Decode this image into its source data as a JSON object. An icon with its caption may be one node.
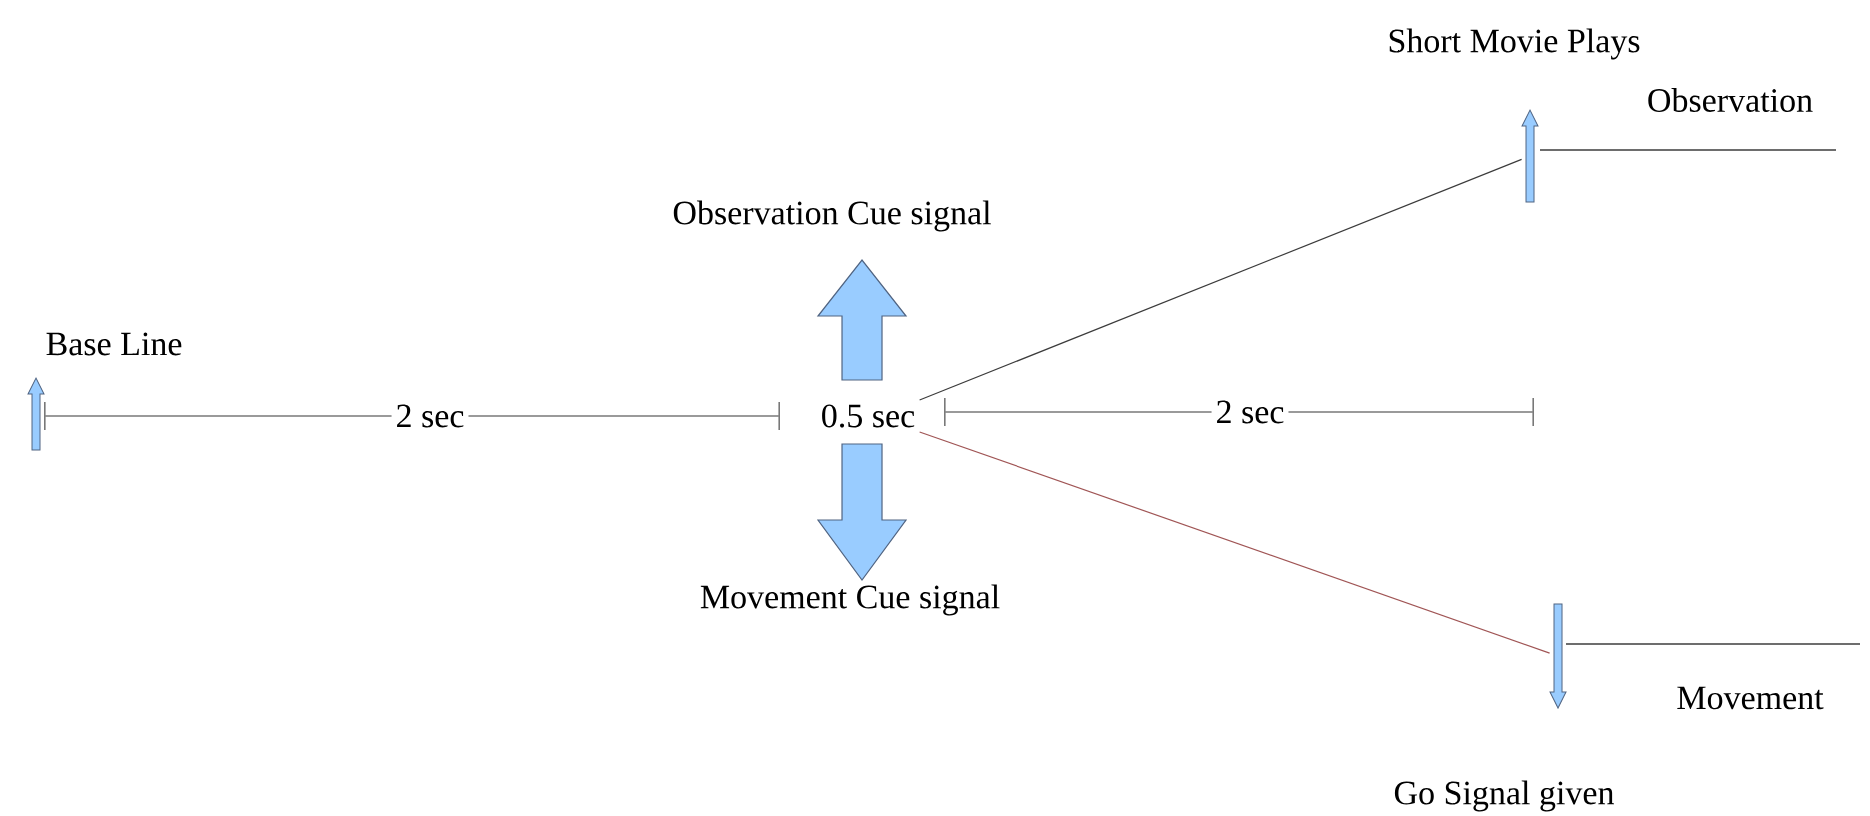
{
  "diagram": {
    "nodes": [
      {
        "text": [
          "Base Line"
        ]
      },
      {
        "text": [
          "Observation Cue signal"
        ]
      },
      {
        "text": [
          "0.5 sec"
        ]
      },
      {
        "text": [
          "Movement Cue signal"
        ]
      },
      {
        "text": [
          "Short Movie Plays"
        ]
      },
      {
        "text": [
          "Go Signal given"
        ]
      }
    ],
    "edges": [
      {
        "from": 2,
        "to": 4,
        "arrow": "none"
      },
      {
        "from": 2,
        "to": 5,
        "arrow": "none",
        "color": "#a05555"
      }
    ],
    "labels": [
      "2 sec",
      "2 sec",
      "Observation",
      "Movement"
    ]
  }
}
